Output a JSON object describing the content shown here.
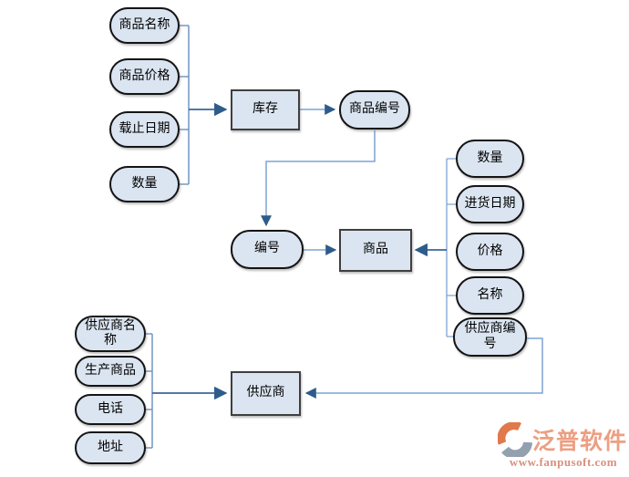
{
  "inventory": {
    "label": "库存",
    "attrs": [
      "商品名称",
      "商品价格",
      "载止日期",
      "数量"
    ],
    "key": "商品编号"
  },
  "product": {
    "label": "商品",
    "key": "编号",
    "attrs": [
      "数量",
      "进货日期",
      "价格",
      "名称",
      "供应商编号"
    ]
  },
  "supplier": {
    "label": "供应商",
    "attrs": [
      "供应商名称",
      "生产商品",
      "电话",
      "地址"
    ]
  },
  "watermark": {
    "brand": "泛普软件",
    "url": "www.fanpusoft.com"
  },
  "colors": {
    "node_fill": "#dbe5f1",
    "oval_border": "#141414",
    "rect_border": "#3f3f3f",
    "connector_dark": "#3a66a0",
    "connector_light": "#7da3d4",
    "brand_orange": "#ec9f82",
    "url_orange": "#d8907c",
    "logo_orange": "#e0794b",
    "logo_gray": "#93a0ae"
  }
}
